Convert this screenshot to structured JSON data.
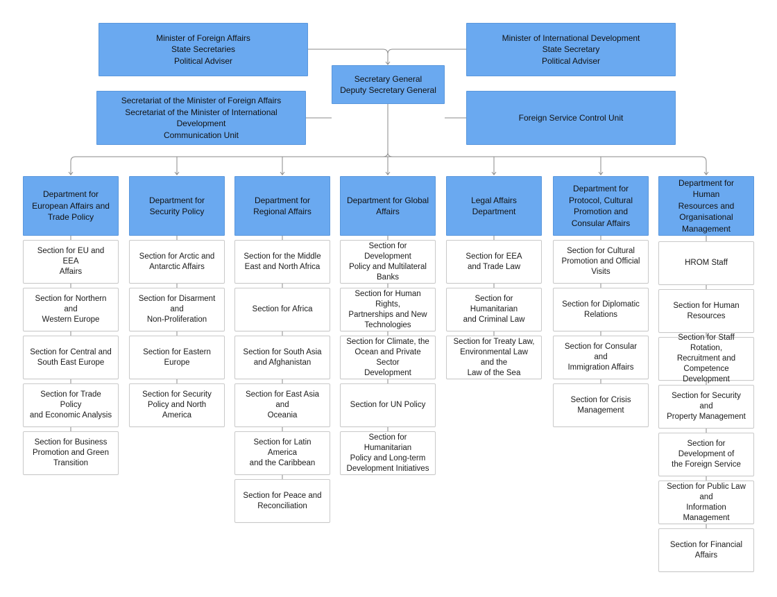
{
  "top": {
    "minister_fa": "Minister of Foreign Affairs\nState Secretaries\nPolitical Adviser",
    "minister_id": "Minister of International Development\nState Secretary\nPolitical Adviser",
    "secretary_general": "Secretary General\nDeputy Secretary General",
    "secretariat": "Secretariat of the Minister of Foreign Affairs\nSecretariat of the Minister of International Development\nCommunication Unit",
    "control_unit": "Foreign Service Control Unit"
  },
  "departments": [
    {
      "name": "Department for\nEuropean Affairs and\nTrade Policy",
      "sections": [
        "Section for EU and EEA\nAffairs",
        "Section for Northern and\nWestern Europe",
        "Section for Central and\nSouth East Europe",
        "Section for Trade Policy\nand Economic Analysis",
        "Section for Business\nPromotion and Green\nTransition"
      ]
    },
    {
      "name": "Department for\nSecurity Policy",
      "sections": [
        "Section for Arctic and\nAntarctic Affairs",
        "Section for Disarment and\nNon-Proliferation",
        "Section for Eastern\nEurope",
        "Section for Security\nPolicy and North America"
      ]
    },
    {
      "name": "Department for\nRegional Affairs",
      "sections": [
        "Section for the Middle\nEast and North Africa",
        "Section for Africa",
        "Section for South Asia\nand Afghanistan",
        "Section for East Asia and\nOceania",
        "Section for Latin America\nand the Caribbean",
        "Section for Peace and\nReconciliation"
      ]
    },
    {
      "name": "Department for Global\nAffairs",
      "sections": [
        "Section for Development\nPolicy and Multilateral\nBanks",
        "Section for Human Rights,\nPartnerships and New\nTechnologies",
        "Section for Climate, the\nOcean and Private Sector\nDevelopment",
        "Section for UN Policy",
        "Section for Humanitarian\nPolicy and Long-term\nDevelopment Initiatives"
      ]
    },
    {
      "name": "Legal Affairs\nDepartment",
      "sections": [
        "Section for EEA\nand Trade Law",
        "Section for Humanitarian\nand Criminal Law",
        "Section for Treaty Law,\nEnvironmental Law and the\nLaw of the Sea"
      ]
    },
    {
      "name": "Department for\nProtocol, Cultural\nPromotion and\nConsular Affairs",
      "sections": [
        "Section for Cultural\nPromotion and Official\nVisits",
        "Section for Diplomatic\nRelations",
        "Section for Consular and\nImmigration Affairs",
        "Section for Crisis\nManagement"
      ]
    },
    {
      "name": "Department for Human\nResources and\nOrganisational\nManagement",
      "sections": [
        "HROM Staff",
        "Section for Human\nResources",
        "Section for Staff Rotation,\nRecruitment and\nCompetence Development",
        "Section for Security and\nProperty Management",
        "Section for Development of\nthe Foreign Service",
        "Section for Public Law and\nInformation Management",
        "Section for Financial Affairs"
      ]
    }
  ],
  "colors": {
    "box_fill": "#6aa9f0",
    "box_border": "#5a97dc",
    "connector": "#8a8a8a"
  }
}
